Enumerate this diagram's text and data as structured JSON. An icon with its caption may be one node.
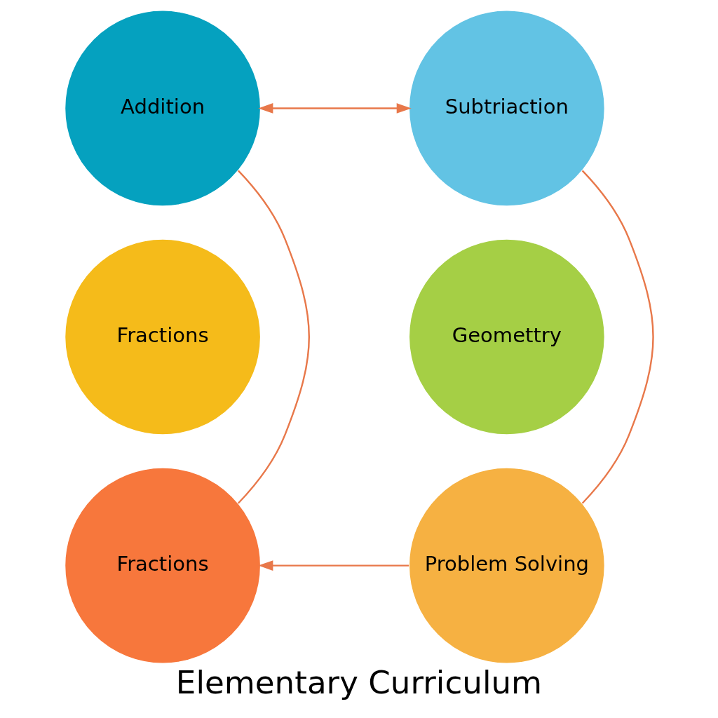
{
  "diagram": {
    "title": "Elementary Curriculum",
    "nodes": [
      {
        "text": [
          "Addition"
        ]
      },
      {
        "text": [
          "Subtriaction"
        ]
      },
      {
        "text": [
          "Fractions"
        ]
      },
      {
        "text": [
          "Geomettry"
        ]
      },
      {
        "text": [
          "Fractions"
        ]
      },
      {
        "text": [
          "Problem Solving"
        ]
      }
    ],
    "edges": [
      {
        "from": 0,
        "to": 1,
        "arrow": "both"
      },
      {
        "from": 1,
        "to": 5,
        "arrow": "none"
      },
      {
        "from": 5,
        "to": 4,
        "arrow": "to"
      },
      {
        "from": 4,
        "to": 0,
        "arrow": "none"
      }
    ]
  }
}
